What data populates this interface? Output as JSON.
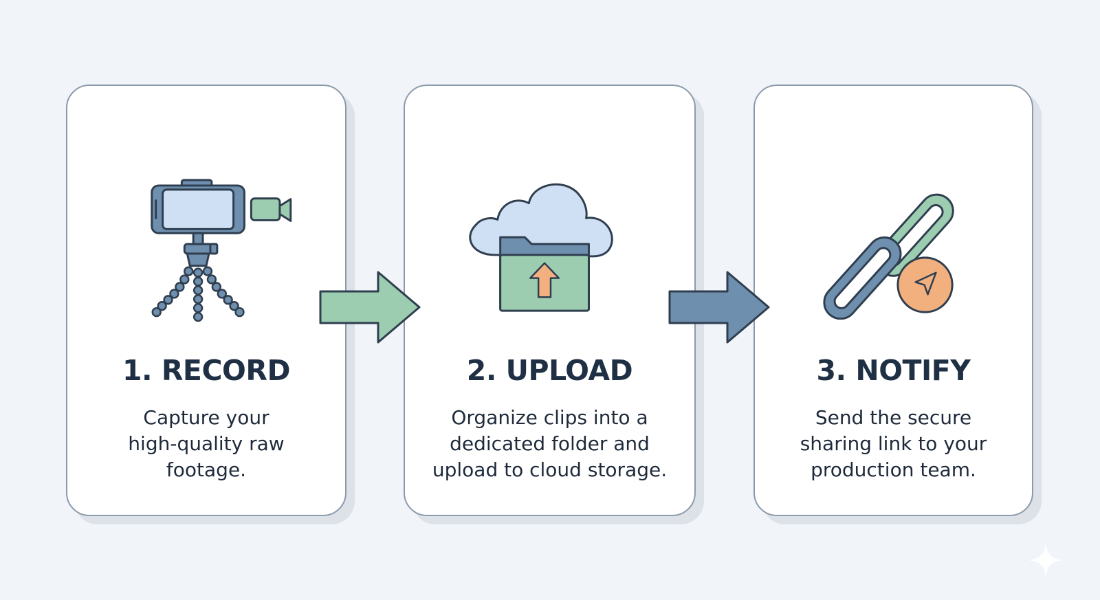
{
  "steps": [
    {
      "title": "1. RECORD",
      "description": "Capture your\nhigh-quality raw\nfootage.",
      "icon": "tripod-phone-camera-icon"
    },
    {
      "title": "2. UPLOAD",
      "description": "Organize clips into a\ndedicated folder and\nupload to cloud storage.",
      "icon": "cloud-folder-upload-icon"
    },
    {
      "title": "3. NOTIFY",
      "description": "Send the secure\nsharing link to your\nproduction team.",
      "icon": "chain-link-send-icon"
    }
  ],
  "colors": {
    "background": "#f1f4f8",
    "card_border": "#8b9aaa",
    "title": "#1f2f44",
    "green": "#9ccdb0",
    "blue_arrow": "#6e8fae",
    "blue_light": "#cfe0f4",
    "steel": "#5f7f9c",
    "orange": "#f2b07f",
    "outline": "#2f3e4f"
  }
}
